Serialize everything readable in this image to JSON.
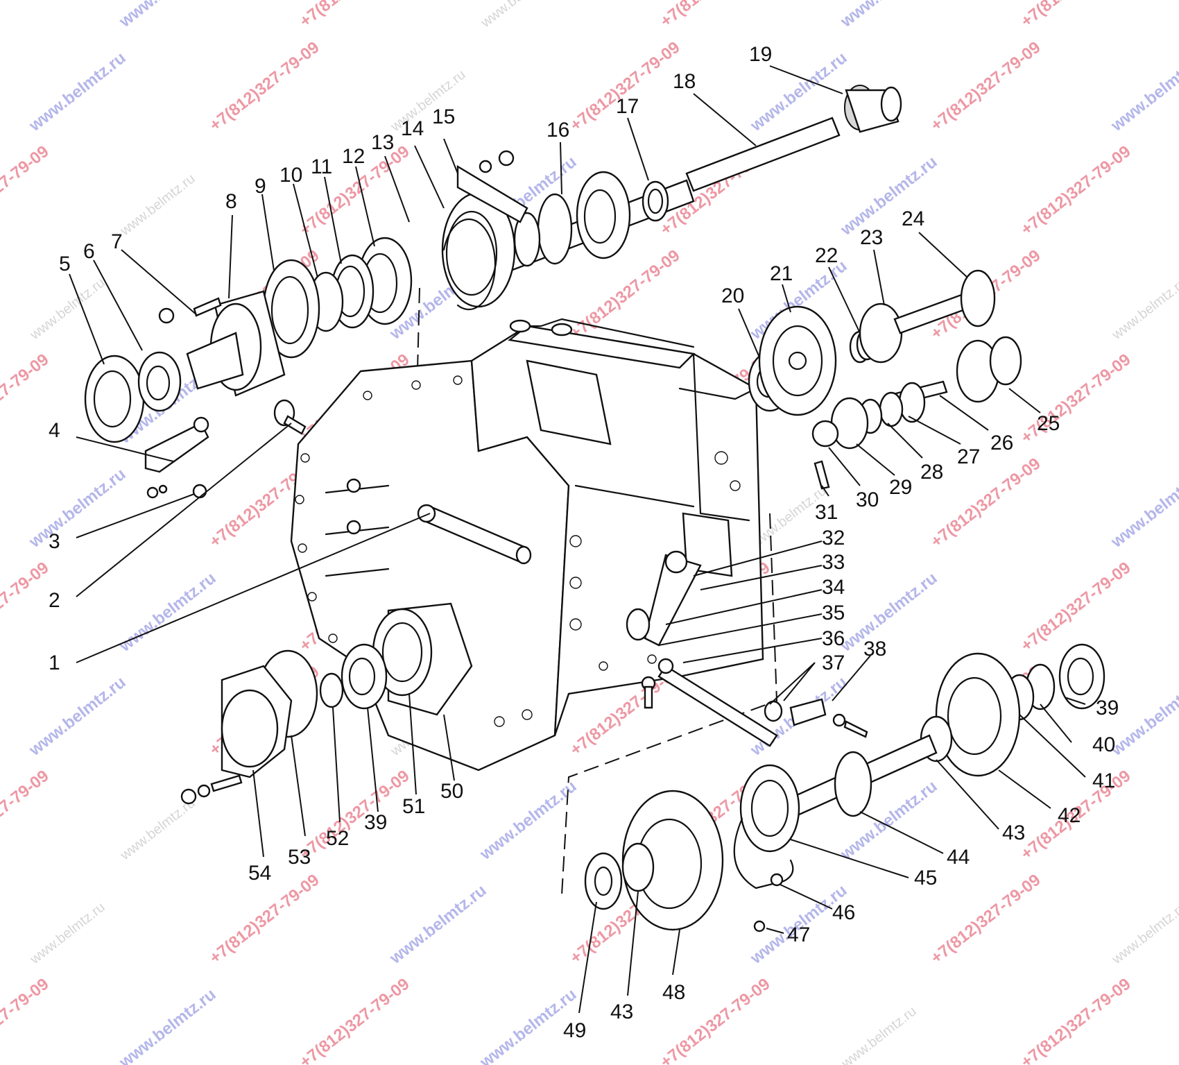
{
  "watermarks": {
    "site": "www.belmtz.ru",
    "phone": "+7(812)327-79-09"
  },
  "labels": [
    {
      "id": 1,
      "text": "1"
    },
    {
      "id": 2,
      "text": "2"
    },
    {
      "id": 3,
      "text": "3"
    },
    {
      "id": 4,
      "text": "4"
    },
    {
      "id": 5,
      "text": "5"
    },
    {
      "id": 6,
      "text": "6"
    },
    {
      "id": 7,
      "text": "7"
    },
    {
      "id": 8,
      "text": "8"
    },
    {
      "id": 9,
      "text": "9"
    },
    {
      "id": 10,
      "text": "10"
    },
    {
      "id": 11,
      "text": "11"
    },
    {
      "id": 12,
      "text": "12"
    },
    {
      "id": 13,
      "text": "13"
    },
    {
      "id": 14,
      "text": "14"
    },
    {
      "id": 15,
      "text": "15"
    },
    {
      "id": 16,
      "text": "16"
    },
    {
      "id": 17,
      "text": "17"
    },
    {
      "id": 18,
      "text": "18"
    },
    {
      "id": 19,
      "text": "19"
    },
    {
      "id": 20,
      "text": "20"
    },
    {
      "id": 21,
      "text": "21"
    },
    {
      "id": 22,
      "text": "22"
    },
    {
      "id": 23,
      "text": "23"
    },
    {
      "id": 24,
      "text": "24"
    },
    {
      "id": 25,
      "text": "25"
    },
    {
      "id": 26,
      "text": "26"
    },
    {
      "id": 27,
      "text": "27"
    },
    {
      "id": 28,
      "text": "28"
    },
    {
      "id": 29,
      "text": "29"
    },
    {
      "id": 30,
      "text": "30"
    },
    {
      "id": 31,
      "text": "31"
    },
    {
      "id": 32,
      "text": "32"
    },
    {
      "id": 33,
      "text": "33"
    },
    {
      "id": 34,
      "text": "34"
    },
    {
      "id": 35,
      "text": "35"
    },
    {
      "id": 36,
      "text": "36"
    },
    {
      "id": 37,
      "text": "37"
    },
    {
      "id": 38,
      "text": "38"
    },
    {
      "id": "39a",
      "text": "39"
    },
    {
      "id": "39b",
      "text": "39"
    },
    {
      "id": 40,
      "text": "40"
    },
    {
      "id": 41,
      "text": "41"
    },
    {
      "id": 42,
      "text": "42"
    },
    {
      "id": "43a",
      "text": "43"
    },
    {
      "id": "43b",
      "text": "43"
    },
    {
      "id": 44,
      "text": "44"
    },
    {
      "id": 45,
      "text": "45"
    },
    {
      "id": 46,
      "text": "46"
    },
    {
      "id": 47,
      "text": "47"
    },
    {
      "id": 48,
      "text": "48"
    },
    {
      "id": 49,
      "text": "49"
    },
    {
      "id": 50,
      "text": "50"
    },
    {
      "id": 51,
      "text": "51"
    },
    {
      "id": 52,
      "text": "52"
    },
    {
      "id": 53,
      "text": "53"
    },
    {
      "id": 54,
      "text": "54"
    }
  ]
}
